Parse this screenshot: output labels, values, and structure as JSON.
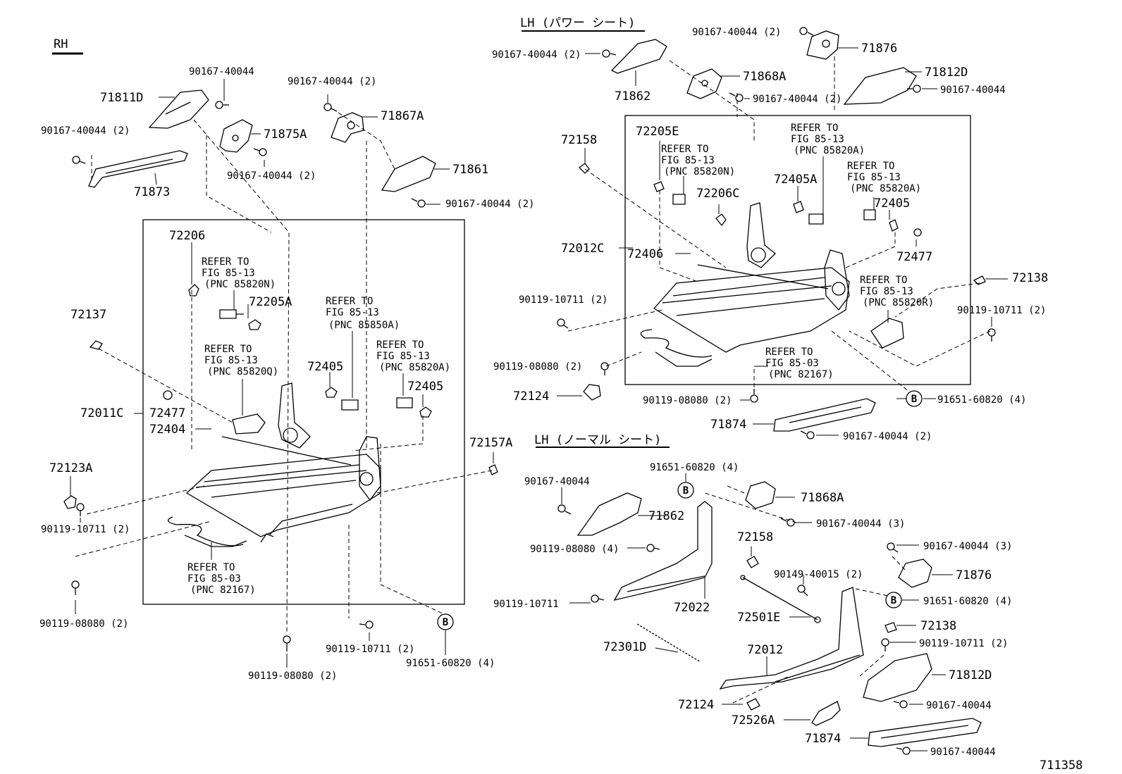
{
  "sections": {
    "rh": "RH",
    "lh_power": "LH (パワー シート)",
    "lh_normal": "LH (ノーマル シート)"
  },
  "diagram_id": "711358",
  "rh_labels": {
    "p71811D": "71811D",
    "b90167_a": "90167-40044",
    "b90167_b": "90167-40044 (2)",
    "p71873": "71873",
    "p71875A": "71875A",
    "b90167_c": "90167-40044 (2)",
    "b90167_d": "90167-40044 (2)",
    "p71867A": "71867A",
    "p71861": "71861",
    "b90167_e": "90167-40044 (2)",
    "p72206": "72206",
    "ref1_a": "REFER TO",
    "ref1_b": "FIG 85-13",
    "ref1_c": "(PNC 85820N)",
    "p72205A": "72205A",
    "ref2_a": "REFER TO",
    "ref2_b": "FIG 85-13",
    "ref2_c": "(PNC 85850A)",
    "p72137": "72137",
    "ref3_a": "REFER TO",
    "ref3_b": "FIG 85-13",
    "ref3_c": "(PNC 85820Q)",
    "p72405a": "72405",
    "ref4_a": "REFER TO",
    "ref4_b": "FIG 85-13",
    "ref4_c": "(PNC 85820A)",
    "p72405b": "72405",
    "p72011C": "72011C",
    "p72477": "72477",
    "p72404": "72404",
    "p72157A": "72157A",
    "p72123A": "72123A",
    "b90119_a": "90119-10711 (2)",
    "ref5_a": "REFER TO",
    "ref5_b": "FIG 85-03",
    "ref5_c": "(PNC 82167)",
    "b90119_b": "90119-08080 (2)",
    "b90119_c": "90119-10711 (2)",
    "b91651": "91651-60820 (4)",
    "b90119_d": "90119-08080 (2)"
  },
  "lhp_labels": {
    "b90167_a": "90167-40044 (2)",
    "b90167_b": "90167-40044 (2)",
    "p71876": "71876",
    "p71868A": "71868A",
    "p71812D": "71812D",
    "b90167_c": "90167-40044 (2)",
    "b90167_d": "90167-40044",
    "p71862": "71862",
    "p72158": "72158",
    "p72205E": "72205E",
    "ref1_a": "REFER TO",
    "ref1_b": "FIG 85-13",
    "ref1_c": "(PNC 85820N)",
    "ref2_a": "REFER TO",
    "ref2_b": "FIG 85-13",
    "ref2_c": "(PNC 85820A)",
    "p72206C": "72206C",
    "p72405A": "72405A",
    "ref3_a": "REFER TO",
    "ref3_b": "FIG 85-13",
    "ref3_c": "(PNC 85820A)",
    "p72405": "72405",
    "p72477": "72477",
    "p72012C": "72012C",
    "p72406": "72406",
    "ref4_a": "REFER TO",
    "ref4_b": "FIG 85-13",
    "ref4_c": "(PNC 85820R)",
    "p72138": "72138",
    "b90119_a": "90119-10711 (2)",
    "b90119_b": "90119-10711 (2)",
    "ref5_a": "REFER TO",
    "ref5_b": "FIG 85-03",
    "ref5_c": "(PNC 82167)",
    "b90119_c": "90119-08080 (2)",
    "p72124": "72124",
    "b90119_d": "90119-08080 (2)",
    "b91651": "91651-60820 (4)",
    "p71874": "71874",
    "b90167_e": "90167-40044 (2)"
  },
  "lhn_labels": {
    "b91651_a": "91651-60820 (4)",
    "b90167_a": "90167-40044",
    "p71862": "71862",
    "p71868A": "71868A",
    "b90167_b": "90167-40044 (3)",
    "b90119_a": "90119-08080 (4)",
    "p72158": "72158",
    "b90167_c": "90167-40044 (3)",
    "b90149": "90149-40015 (2)",
    "p71876": "71876",
    "b90119_b": "90119-10711",
    "p72022": "72022",
    "b91651_b": "91651-60820 (4)",
    "p72501E": "72501E",
    "p72138": "72138",
    "b90119_c": "90119-10711 (2)",
    "p72301D": "72301D",
    "p72012": "72012",
    "p71812D": "71812D",
    "p72124": "72124",
    "b90167_d": "90167-40044",
    "p72526A": "72526A",
    "p71874": "71874",
    "b90167_e": "90167-40044"
  }
}
